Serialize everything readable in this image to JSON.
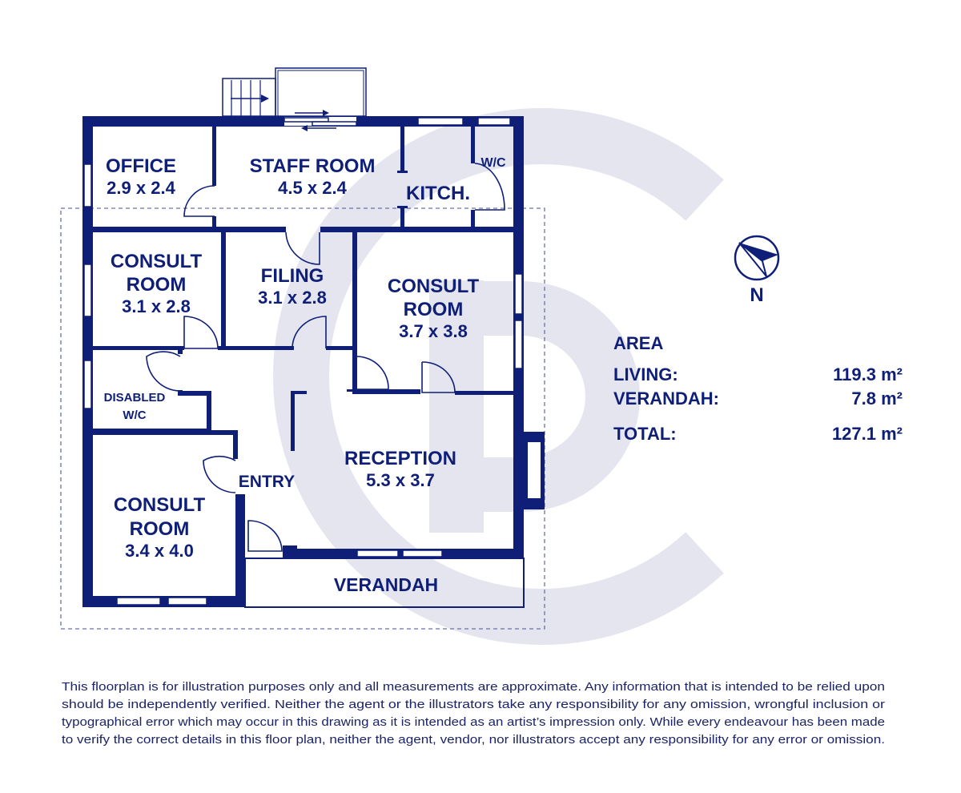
{
  "colors": {
    "wall": "#0f1f78",
    "watermark": "#e4e5ef",
    "text": "#0f1f78"
  },
  "rooms": [
    {
      "name": "OFFICE",
      "size": "2.9 x 2.4"
    },
    {
      "name": "STAFF ROOM",
      "size": "4.5 x 2.4"
    },
    {
      "name": "KITCH."
    },
    {
      "name": "W/C"
    },
    {
      "name_line1": "CONSULT",
      "name_line2": "ROOM",
      "size": "3.1 x 2.8"
    },
    {
      "name": "FILING",
      "size": "3.1 x 2.8"
    },
    {
      "name_line1": "CONSULT",
      "name_line2": "ROOM",
      "size": "3.7 x 3.8"
    },
    {
      "name_line1": "DISABLED",
      "name_line2": "W/C"
    },
    {
      "name": "RECEPTION",
      "size": "5.3 x 3.7"
    },
    {
      "name": "ENTRY"
    },
    {
      "name_line1": "CONSULT",
      "name_line2": "ROOM",
      "size": "3.4 x 4.0"
    },
    {
      "name": "VERANDAH"
    }
  ],
  "compass": {
    "label": "N",
    "icon": "north-arrow-icon"
  },
  "area": {
    "title": "AREA",
    "rows": [
      {
        "label": "LIVING:",
        "value": "119.3 m²"
      },
      {
        "label": "VERANDAH:",
        "value": "7.8 m²"
      },
      {
        "label": "TOTAL:",
        "value": "127.1 m²"
      }
    ]
  },
  "disclaimer": [
    "This floorplan is for illustration purposes only and all measurements are approximate. Any information that is intended to be relied upon",
    "should be independently verified. Neither the agent or the illustrators take any responsibility for any omission, wrongful inclusion or",
    "typographical error which may occur in this drawing as it is intended as an artist’s impression only. While every endeavour has been made",
    "to verify the correct details in this floor plan, neither the agent, vendor, nor illustrators accept any responsibility for any error or omission."
  ]
}
